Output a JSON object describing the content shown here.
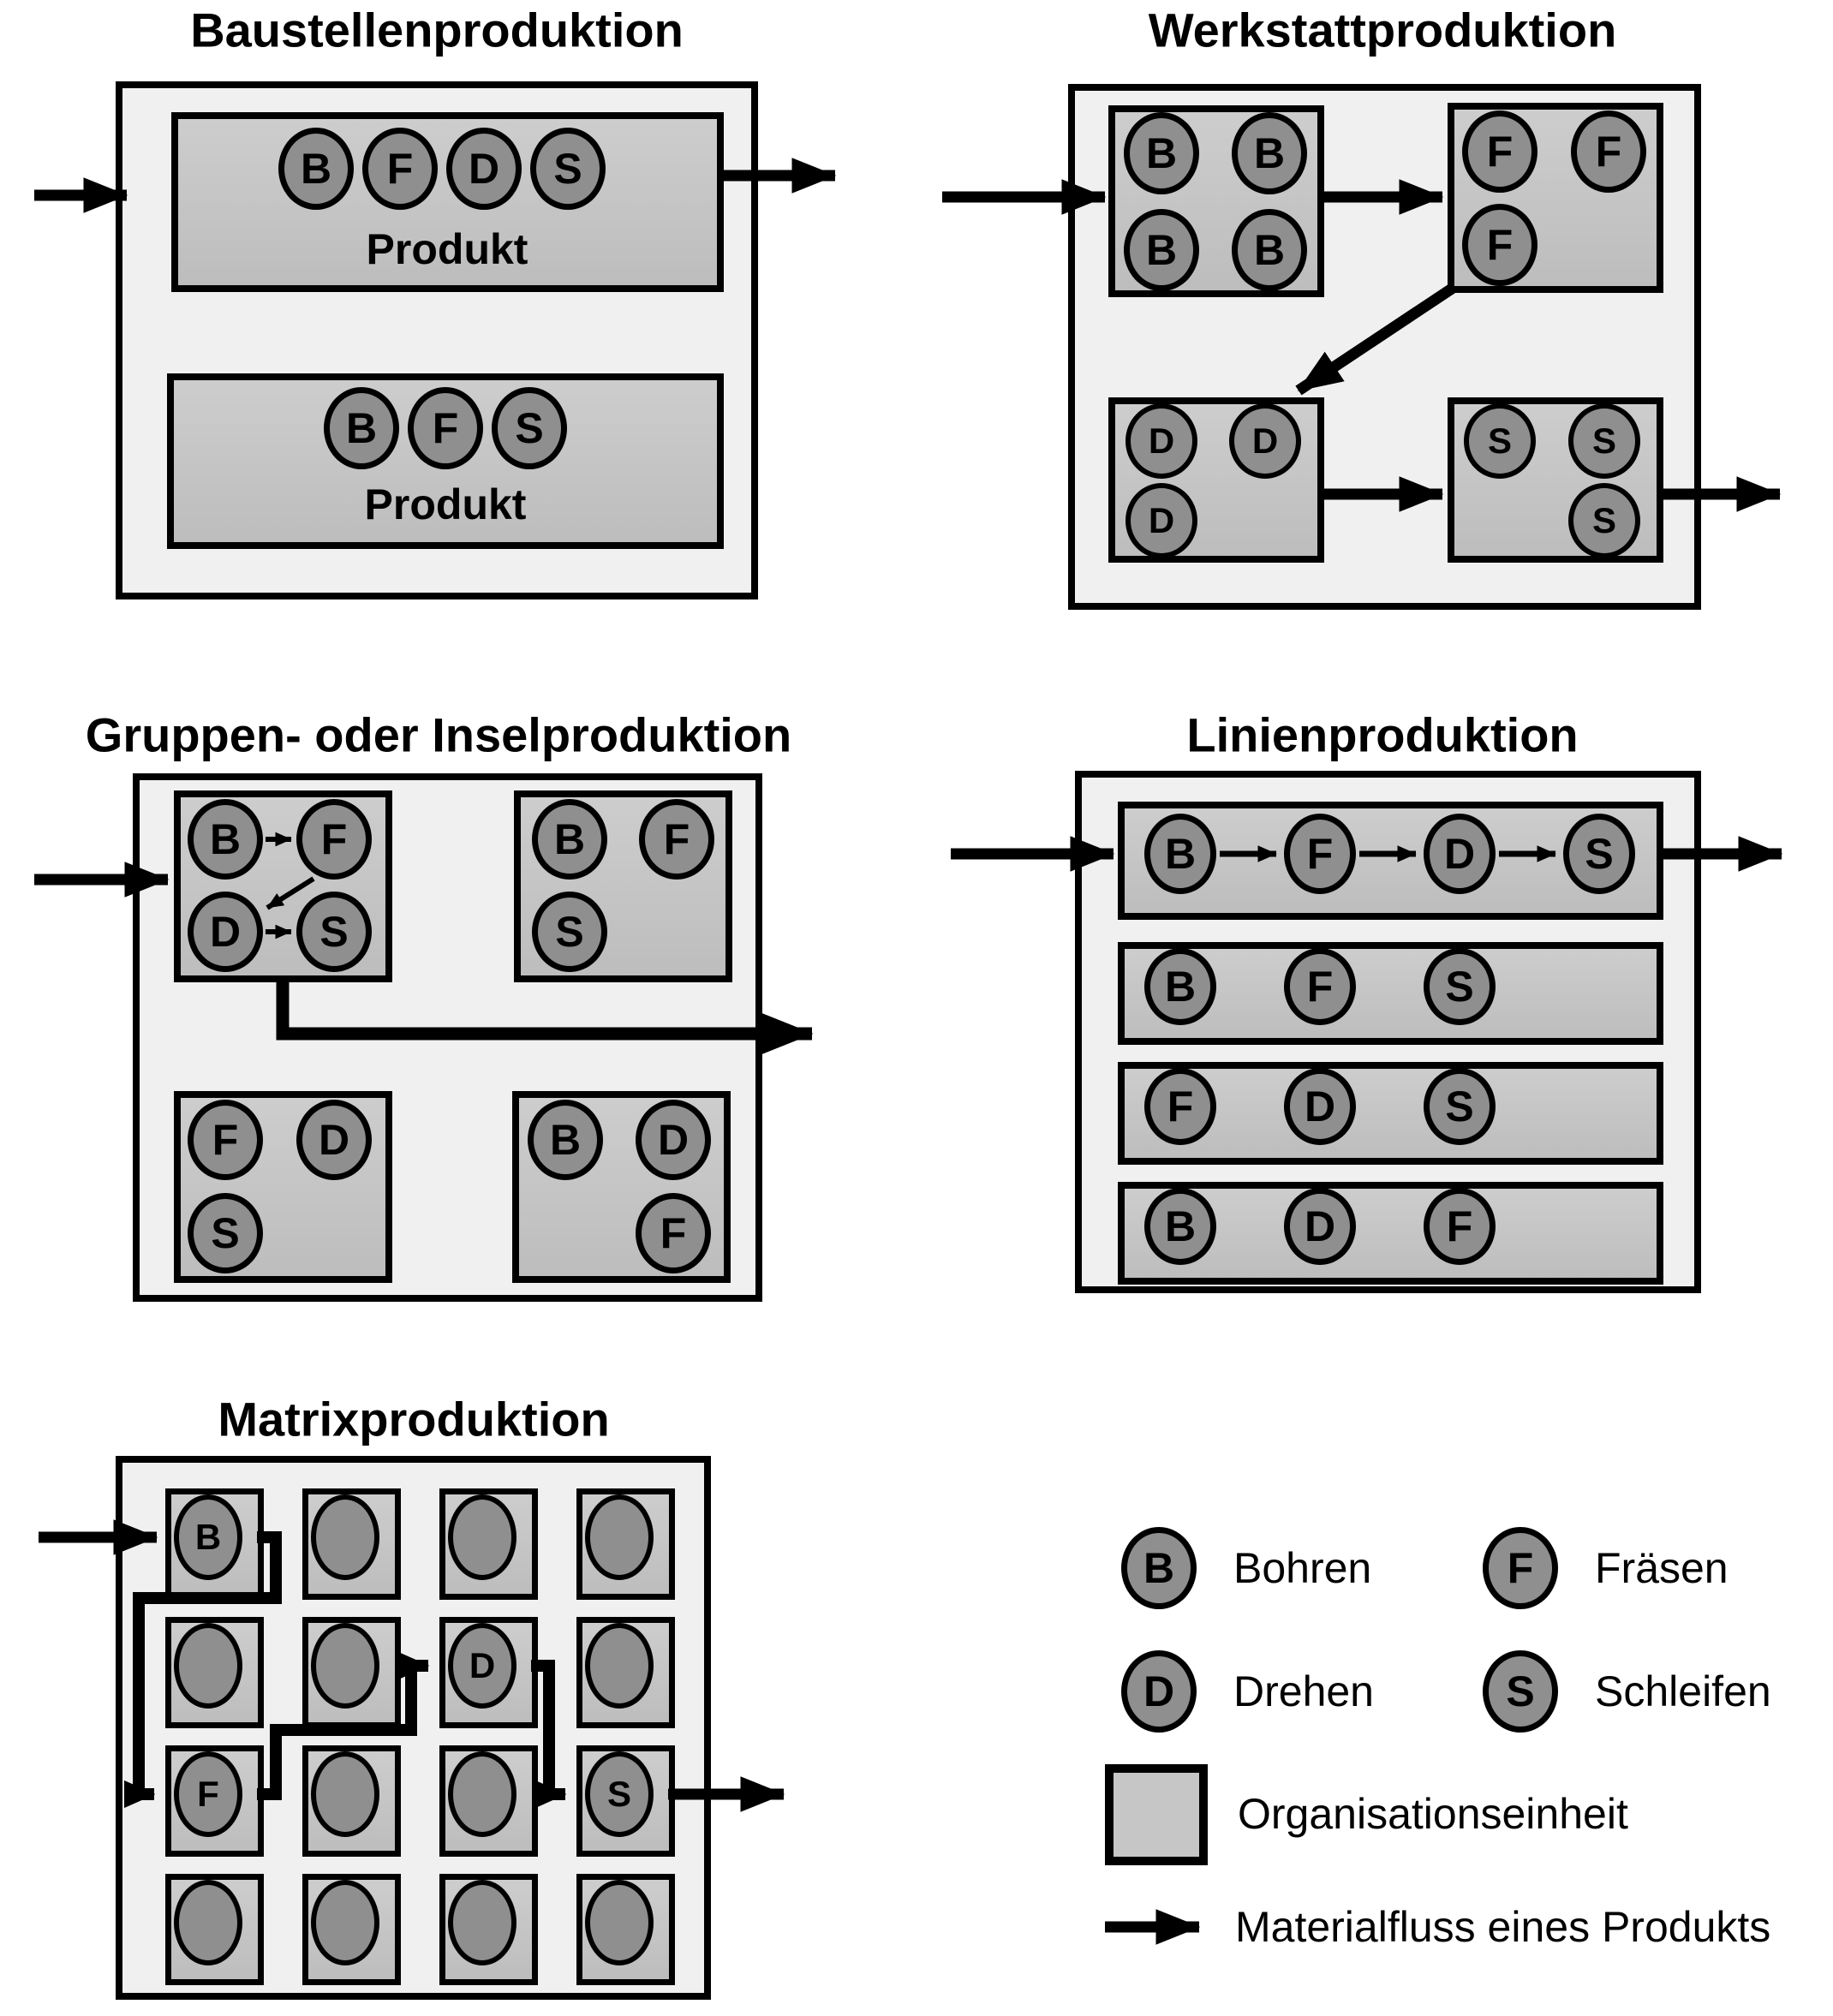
{
  "colors": {
    "panel_bg": "#f0f0f0",
    "orgbox_bg": "#c6c6c6",
    "machine_bg": "#8f8f8f",
    "line": "#000000"
  },
  "panels": {
    "baustellen": {
      "title": "Baustellenproduktion",
      "boxes": [
        {
          "label": "Produkt",
          "machines": [
            "B",
            "F",
            "D",
            "S"
          ]
        },
        {
          "label": "Produkt",
          "machines": [
            "B",
            "F",
            "S"
          ]
        }
      ]
    },
    "werkstatt": {
      "title": "Werkstattproduktion",
      "b_box": [
        "B",
        "B",
        "B",
        "B"
      ],
      "f_box": [
        "F",
        "F",
        "F"
      ],
      "d_box": [
        "D",
        "D",
        "D"
      ],
      "s_box": [
        "S",
        "S",
        "S"
      ]
    },
    "gruppen": {
      "title": "Gruppen- oder Inselproduktion",
      "islands": [
        [
          "B",
          "F",
          "D",
          "S"
        ],
        [
          "B",
          "F",
          "S"
        ],
        [
          "F",
          "D",
          "S"
        ],
        [
          "B",
          "D",
          "F"
        ]
      ]
    },
    "linien": {
      "title": "Linienproduktion",
      "rows": [
        [
          "B",
          "F",
          "D",
          "S"
        ],
        [
          "B",
          "F",
          "S"
        ],
        [
          "F",
          "D",
          "S"
        ],
        [
          "B",
          "D",
          "F"
        ]
      ]
    },
    "matrix": {
      "title": "Matrixproduktion",
      "grid": [
        [
          "B",
          "",
          "",
          ""
        ],
        [
          "",
          "",
          "D",
          ""
        ],
        [
          "F",
          "",
          "",
          "S"
        ],
        [
          "",
          "",
          "",
          ""
        ]
      ]
    }
  },
  "legend": {
    "items": [
      {
        "letter": "B",
        "label": "Bohren"
      },
      {
        "letter": "F",
        "label": "Fräsen"
      },
      {
        "letter": "D",
        "label": "Drehen"
      },
      {
        "letter": "S",
        "label": "Schleifen"
      }
    ],
    "org_label": "Organisationseinheit",
    "flow_label": "Materialfluss eines Produkts"
  }
}
